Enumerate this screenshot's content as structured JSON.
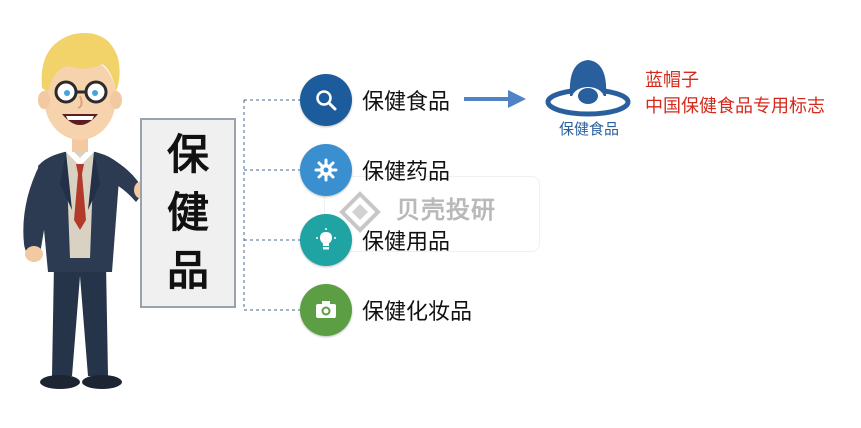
{
  "title_chars": [
    "保",
    "健",
    "品"
  ],
  "categories": [
    {
      "label": "保健食品",
      "icon": "search-icon",
      "color": "#1d5c9c"
    },
    {
      "label": "保健药品",
      "icon": "gear-icon",
      "color": "#3a8fd1"
    },
    {
      "label": "保健用品",
      "icon": "lightbulb-icon",
      "color": "#1fa3a3"
    },
    {
      "label": "保健化妆品",
      "icon": "camera-icon",
      "color": "#5c9e43"
    }
  ],
  "logo": {
    "text": "保健食品",
    "color": "#2a5f9e"
  },
  "annotation": {
    "title": "蓝帽子",
    "subtitle": "中国保健食品专用标志",
    "color": "#d6291b"
  },
  "watermark": {
    "text": "贝壳投研"
  }
}
